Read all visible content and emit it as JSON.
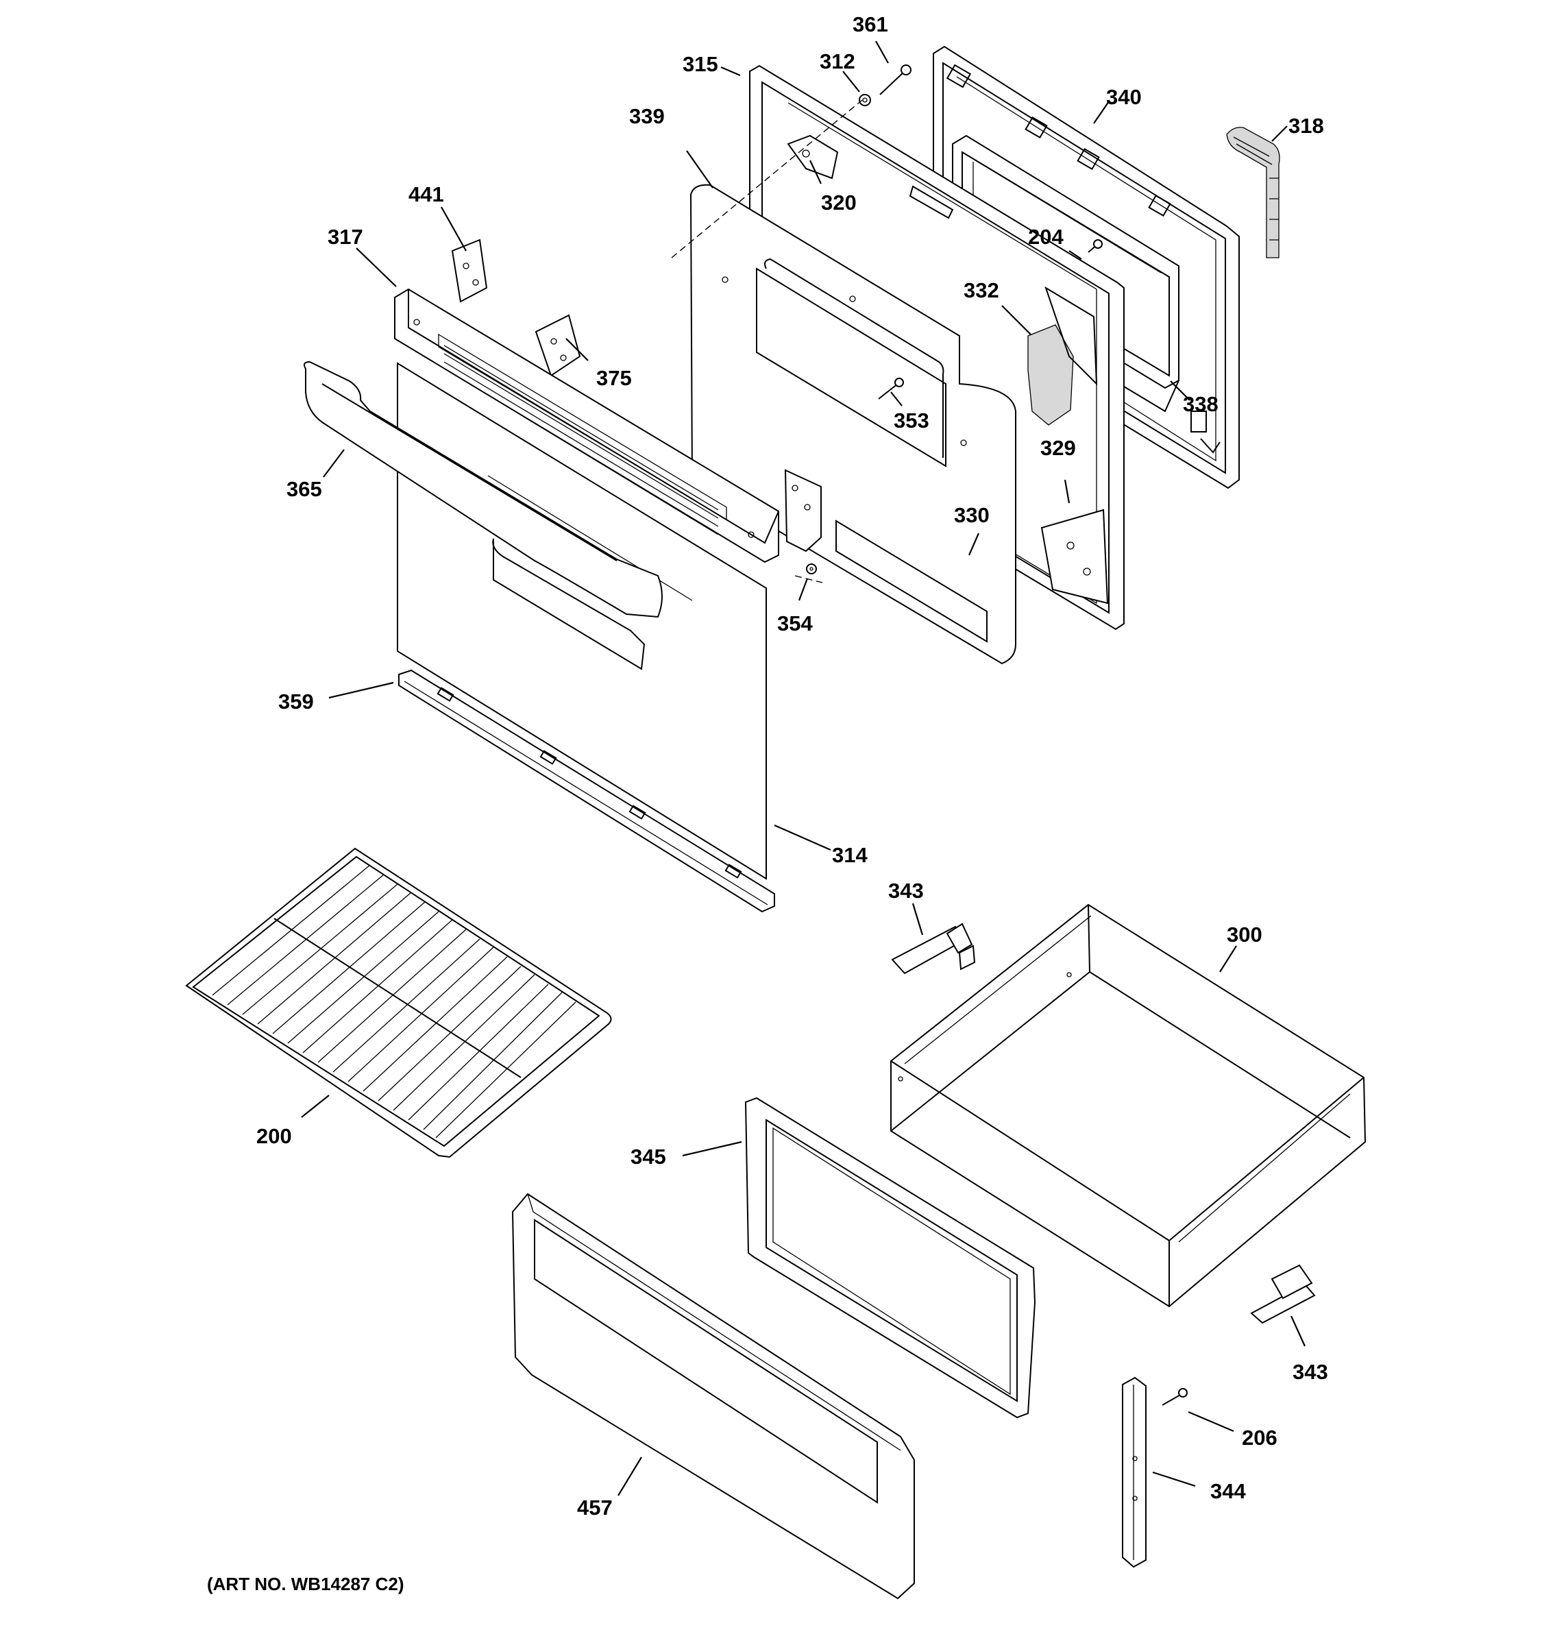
{
  "diagram": {
    "callouts": {
      "c361": "361",
      "c312": "312",
      "c315": "315",
      "c340": "340",
      "c318": "318",
      "c339": "339",
      "c320": "320",
      "c204": "204",
      "c441": "441",
      "c317": "317",
      "c332": "332",
      "c375": "375",
      "c338": "338",
      "c353": "353",
      "c365": "365",
      "c329": "329",
      "c330": "330",
      "c354": "354",
      "c359": "359",
      "c314": "314",
      "c343a": "343",
      "c300": "300",
      "c200": "200",
      "c345": "345",
      "c343b": "343",
      "c206": "206",
      "c344": "344",
      "c457": "457"
    },
    "art_number": "(ART NO. WB14287 C2)"
  }
}
